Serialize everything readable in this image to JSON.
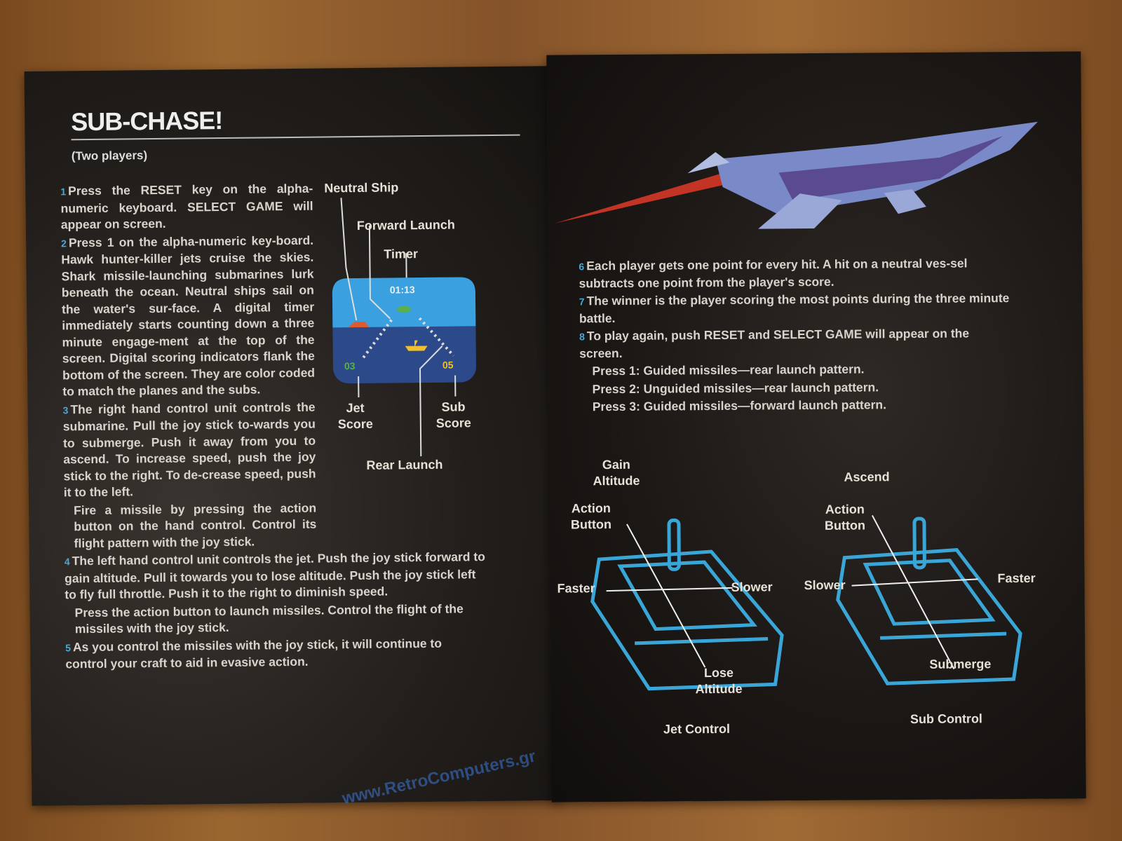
{
  "left_page": {
    "title": "SUB-CHASE!",
    "subtitle": "(Two players)",
    "watermark": "www.RetroComputers.gr",
    "steps": [
      {
        "num": "1",
        "text": "Press the RESET key on the alpha-numeric keyboard. SELECT GAME will appear on screen."
      },
      {
        "num": "2",
        "text": "Press 1 on the alpha-numeric key-board. Hawk hunter-killer jets cruise the skies. Shark missile-launching submarines lurk beneath the ocean. Neutral ships sail on the water's sur-face. A digital timer immediately starts counting down a three minute engage-ment at the top of the screen. Digital scoring indicators flank the bottom of the screen. They are color coded to match the planes and the subs."
      },
      {
        "num": "3",
        "text": "The right hand control unit controls the submarine. Pull the joy stick to-wards you to submerge. Push it away from you to ascend. To increase speed, push the joy stick to the right. To de-crease speed, push it to the left.",
        "extra": "Fire a missile by pressing the action button on the hand control. Control its flight pattern with the joy stick."
      },
      {
        "num": "4",
        "text": "The left hand control unit controls the jet. Push the joy stick forward to gain altitude. Pull it towards you to lose altitude. Push the joy stick left to fly full throttle. Push it to the right to diminish speed.",
        "extra": "Press the action button to launch missiles. Control the flight of the missiles with the joy stick."
      },
      {
        "num": "5",
        "text": "As you control the missiles with the joy stick, it will continue to control your craft to aid in evasive action."
      }
    ],
    "diagram": {
      "neutral_ship": "Neutral Ship",
      "forward_launch": "Forward Launch",
      "timer": "Timer",
      "timer_value": "01:13",
      "jet_score_label": "Jet\nScore",
      "sub_score_label": "Sub\nScore",
      "jet_score_value": "03",
      "sub_score_value": "05",
      "rear_launch": "Rear Launch"
    }
  },
  "right_page": {
    "steps": [
      {
        "num": "6",
        "text": "Each player gets one point for every hit. A hit on a neutral ves-sel subtracts one point from the player's score."
      },
      {
        "num": "7",
        "text": "The winner is the player scoring the most points during the three minute battle."
      },
      {
        "num": "8",
        "text": "To play again, push RESET and SELECT GAME will appear on the screen."
      }
    ],
    "press_options": [
      "Press 1: Guided missiles—rear launch pattern.",
      "Press 2: Unguided missiles—rear launch pattern.",
      "Press 3: Guided missiles—forward launch pattern."
    ],
    "jet_control": {
      "caption": "Jet Control",
      "up": "Gain\nAltitude",
      "down": "Lose\nAltitude",
      "left": "Faster",
      "right": "Slower",
      "button": "Action\nButton"
    },
    "sub_control": {
      "caption": "Sub Control",
      "up": "Ascend",
      "down": "Submerge",
      "left": "Slower",
      "right": "Faster",
      "button": "Action\nButton"
    }
  },
  "colors": {
    "screen_sky": "#3aa0e0",
    "screen_sea": "#2c4a8a",
    "controller": "#3aa6d8",
    "step_number": "#4aa8d8"
  }
}
